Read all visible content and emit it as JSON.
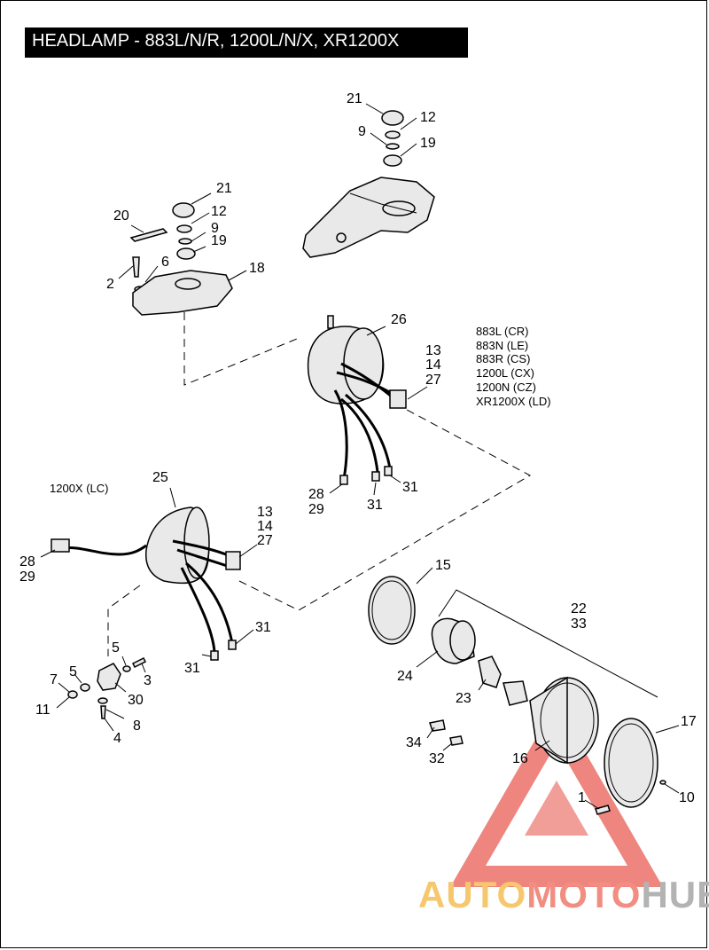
{
  "title": "HEADLAMP - 883L/N/R, 1200L/N/X, XR1200X",
  "model_list_main": [
    "883L (CR)",
    "883N (LE)",
    "883R (CS)",
    "1200L (CX)",
    "1200N (CZ)",
    "XR1200X (LD)"
  ],
  "model_label_lc": "1200X (LC)",
  "callouts": {
    "top_21": "21",
    "top_12": "12",
    "top_9": "9",
    "top_19": "19",
    "l_21": "21",
    "l_20": "20",
    "l_12": "12",
    "l_9": "9",
    "l_19": "19",
    "l_6": "6",
    "l_2": "2",
    "l_18": "18",
    "h_26": "26",
    "h_13": "13",
    "h_14": "14",
    "h_27": "27",
    "h_28": "28",
    "h_29": "29",
    "h_31a": "31",
    "h_31b": "31",
    "c_25": "25",
    "c_13": "13",
    "c_14": "14",
    "c_27": "27",
    "c_28": "28",
    "c_29": "29",
    "c_31a": "31",
    "c_31b": "31",
    "m_5a": "5",
    "m_3": "3",
    "m_7": "7",
    "m_5b": "5",
    "m_30": "30",
    "m_11": "11",
    "m_8": "8",
    "m_4": "4",
    "r_15": "15",
    "r_22": "22",
    "r_33": "33",
    "r_24": "24",
    "r_23": "23",
    "r_17": "17",
    "r_34": "34",
    "r_32": "32",
    "r_16": "16",
    "r_1": "1",
    "r_10": "10"
  },
  "watermark": {
    "part1": "AUTO",
    "part2": "MOTO",
    "part3": "HUB"
  },
  "colors": {
    "watermark_red": "#e8574f",
    "watermark_yellow": "#f6c76d",
    "watermark_gray": "#b3b3b3"
  }
}
